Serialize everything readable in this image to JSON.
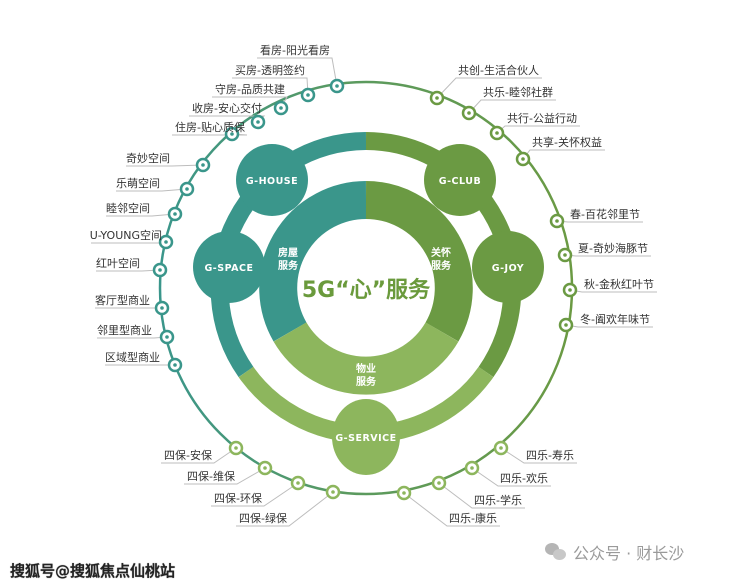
{
  "center_title": "5G“心”服务",
  "core_segments": [
    {
      "label_line1": "房屋",
      "label_line2": "服务",
      "color": "#3a968b"
    },
    {
      "label_line1": "关怀",
      "label_line2": "服务",
      "color": "#6b9a43"
    },
    {
      "label_line1": "物业",
      "label_line2": "服务",
      "color": "#8db65d"
    }
  ],
  "nodes": [
    "G-HOUSE",
    "G-SPACE",
    "G-CLUB",
    "G-JOY",
    "G-SERVICE"
  ],
  "outer_labels": {
    "house": [
      "看房-阳光看房",
      "买房-透明签约",
      "守房-品质共建",
      "收房-安心交付",
      "住房-贴心质保"
    ],
    "space": [
      "奇妙空间",
      "乐萌空间",
      "睦邻空间",
      "U-YOUNG空间",
      "红叶空间"
    ],
    "commerce": [
      "客厅型商业",
      "邻里型商业",
      "区域型商业"
    ],
    "four_guarantees": [
      "四保-安保",
      "四保-维保",
      "四保-环保",
      "四保-绿保"
    ],
    "club": [
      "共创-生活合伙人",
      "共乐-睦邻社群",
      "共行-公益行动",
      "共享-关怀权益"
    ],
    "festivals": [
      "春-百花邻里节",
      "夏-奇妙海豚节",
      "秋-金秋红叶节",
      "冬-阖欢年味节"
    ],
    "four_joys": [
      "四乐-寿乐",
      "四乐-欢乐",
      "四乐-学乐",
      "四乐-康乐"
    ]
  },
  "colors": {
    "teal": "#3a968b",
    "green": "#6b9a43",
    "light_green": "#8db65d",
    "title": "#6a9a3c"
  },
  "watermarks": {
    "left": "搜狐号@搜狐焦点仙桃站",
    "right": "公众号 · 财长沙"
  }
}
